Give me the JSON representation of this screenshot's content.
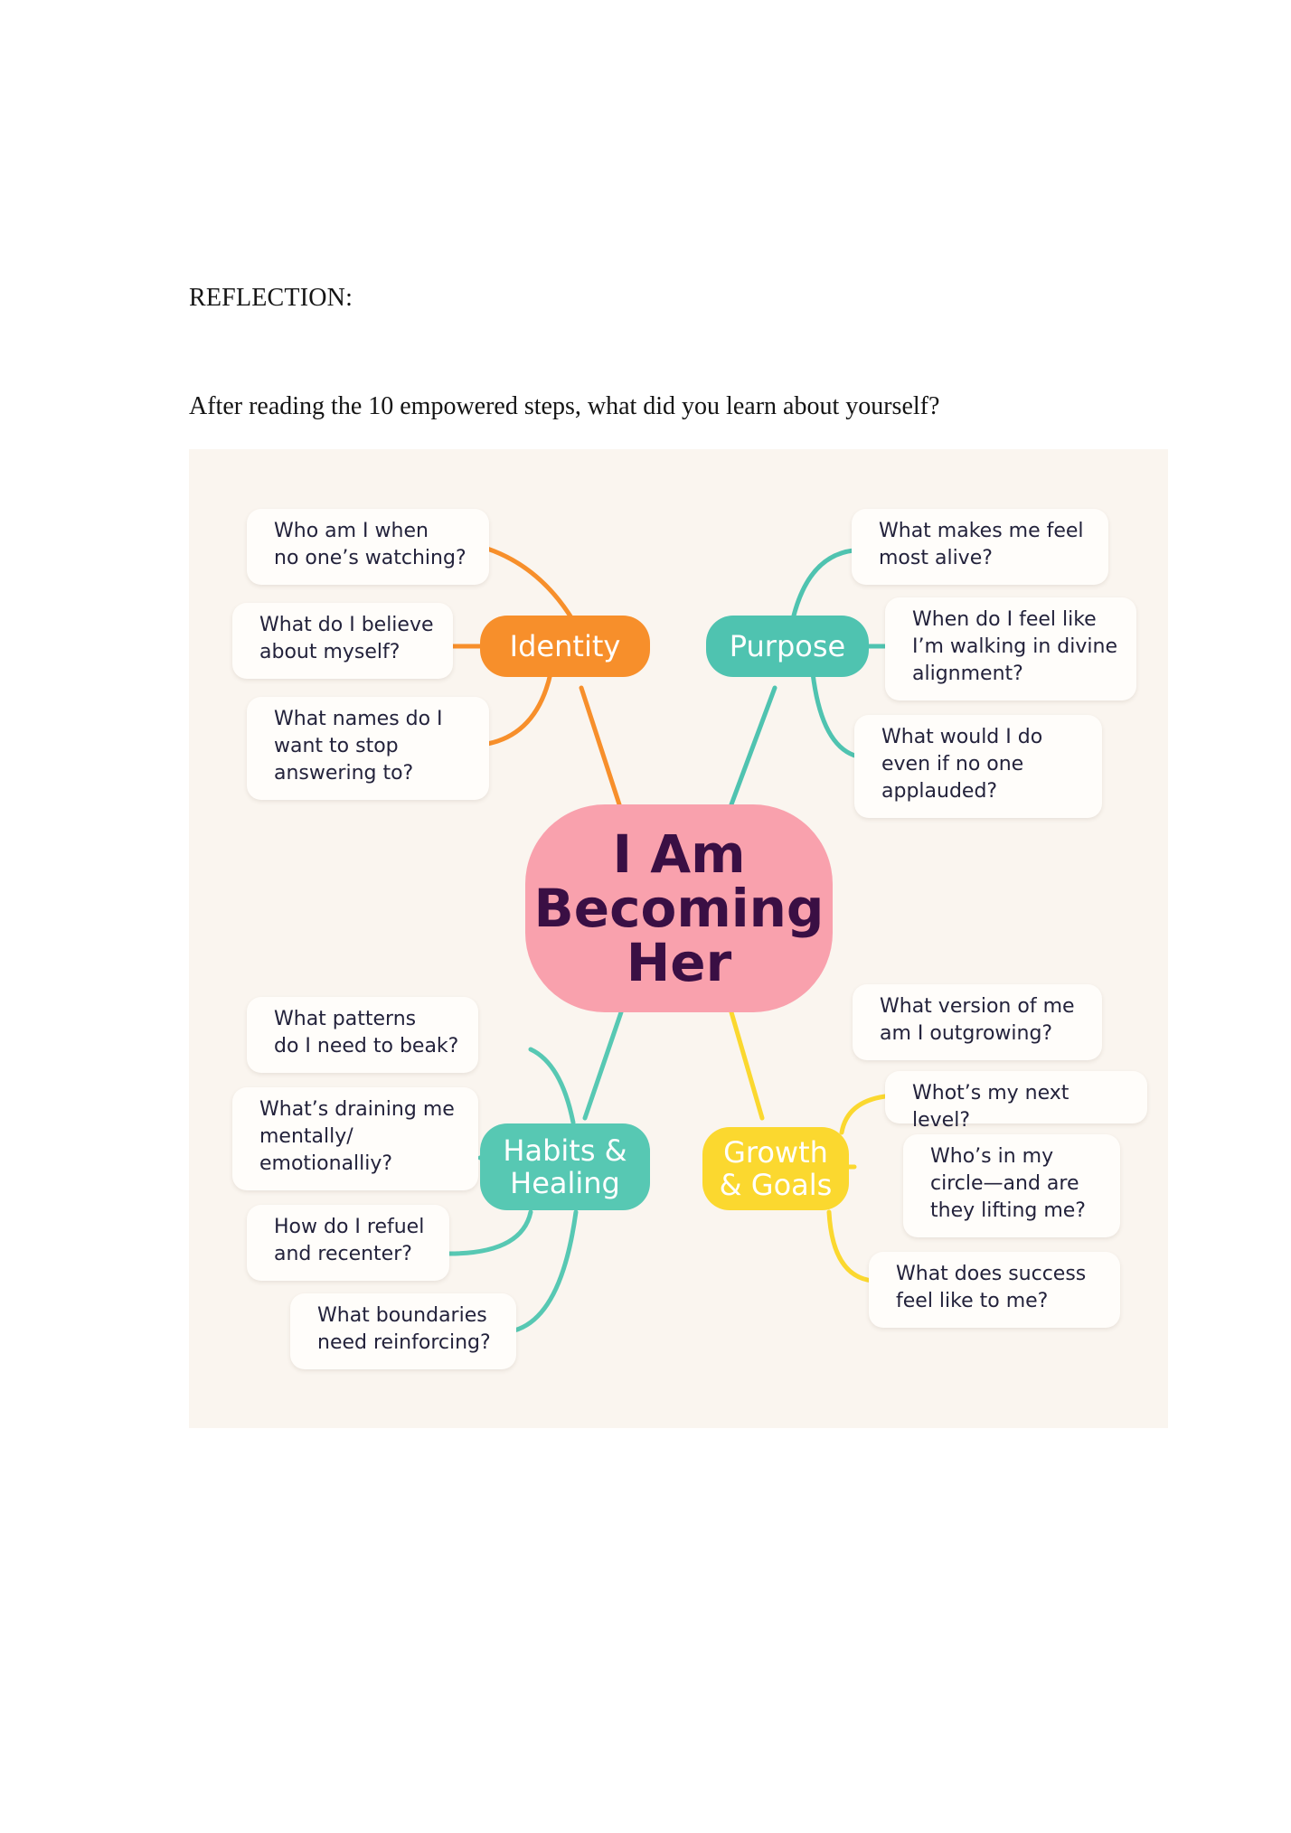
{
  "page": {
    "heading": "REFLECTION:",
    "question": "After reading the 10 empowered steps, what did you learn about yourself?"
  },
  "mindmap": {
    "center": "I Am\nBecoming\nHer",
    "colors": {
      "identity": "#f78f2b",
      "purpose": "#4fc3b0",
      "habits": "#57c8b3",
      "growth": "#fbd82f",
      "center": "#f9a1ad",
      "center_text": "#3a0f44",
      "background": "#faf5ef"
    },
    "branches": {
      "identity": {
        "label": "Identity",
        "questions": [
          "Who am I when\nno one’s watching?",
          "What do I believe\nabout myself?",
          "What names do I\nwant to stop\nanswering to?"
        ]
      },
      "purpose": {
        "label": "Purpose",
        "questions": [
          "What makes me feel\nmost alive?",
          "When do I feel like\nI’m walking in divine\nalignment?",
          "What would I do\neven if no one\napplauded?"
        ]
      },
      "habits": {
        "label": "Habits &\nHealing",
        "questions": [
          "What patterns\ndo I need to beak?",
          "What’s draining me\nmentally/\nemotionalliy?",
          "How do I refuel\nand recenter?",
          "What boundaries\nneed reinforcing?"
        ]
      },
      "growth": {
        "label": "Growth\n& Goals",
        "questions": [
          "What version of me\nam I outgrowing?",
          "Whot’s my next level?",
          "Who’s in my\ncircle—and are\nthey lifting me?",
          "What does success\nfeel like to me?"
        ]
      }
    }
  }
}
